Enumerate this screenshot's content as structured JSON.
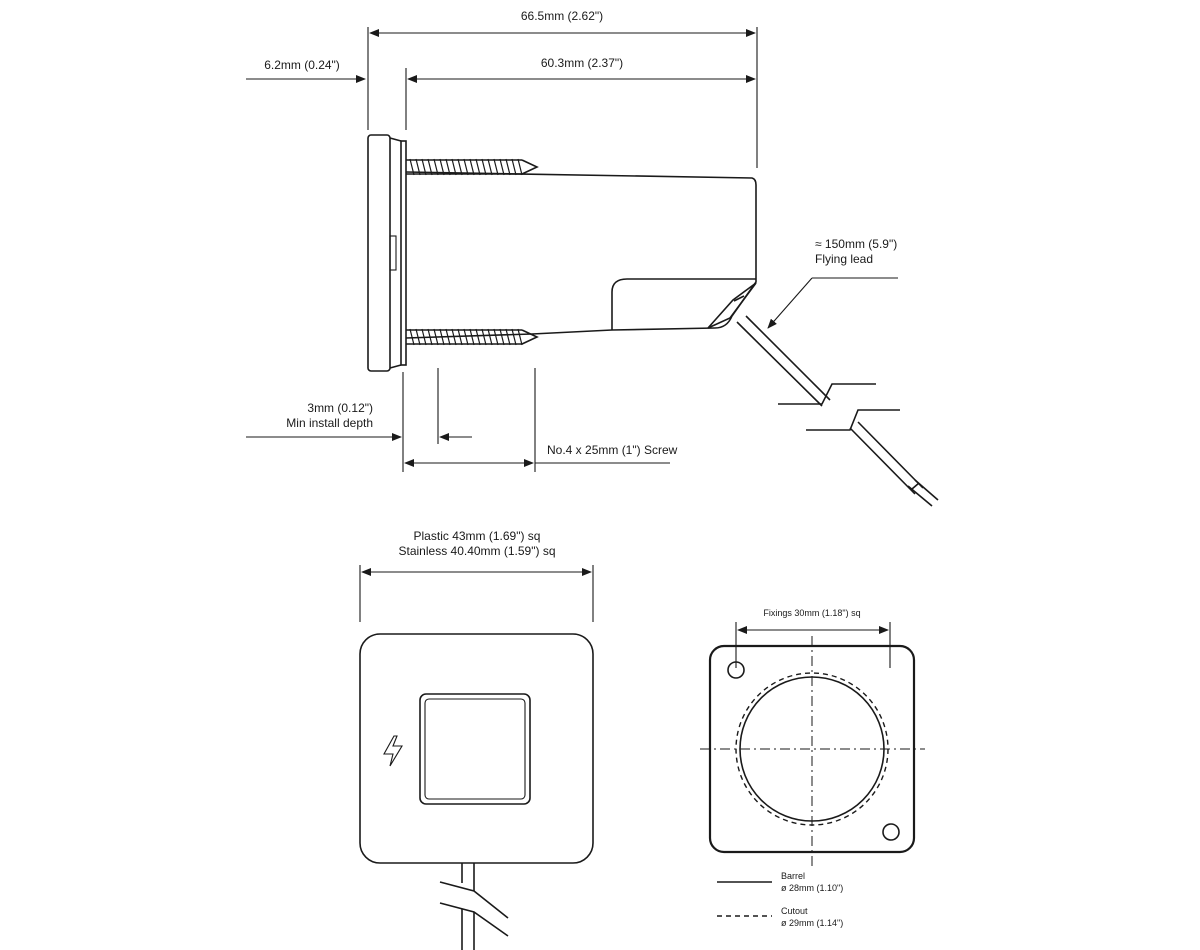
{
  "side_view": {
    "overall_length": "66.5mm (2.62\")",
    "bezel_thickness": "6.2mm (0.24\")",
    "body_length": "60.3mm (2.37\")",
    "lead_length": "≈ 150mm (5.9\")",
    "lead_label": "Flying lead",
    "min_depth_value": "3mm (0.12\")",
    "min_depth_label": "Min install depth",
    "screw_label": "No.4 x 25mm (1\") Screw"
  },
  "front_view": {
    "size_line_1": "Plastic 43mm (1.69\") sq",
    "size_line_2": "Stainless 40.40mm (1.59\") sq",
    "icon": "lightning-bolt-icon"
  },
  "rear_view": {
    "fixings": "Fixings 30mm (1.18\") sq"
  },
  "legend": {
    "barrel_title": "Barrel",
    "barrel_dim": "ø 28mm (1.10\")",
    "cutout_title": "Cutout",
    "cutout_dim": "ø 29mm (1.14\")"
  }
}
